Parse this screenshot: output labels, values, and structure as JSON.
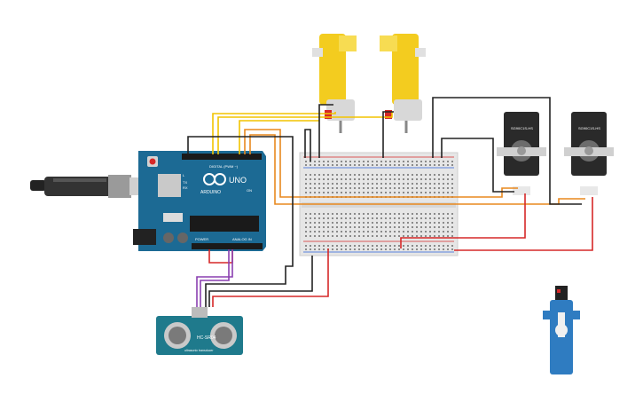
{
  "arduino": {
    "brand": "ARDUINO",
    "model": "UNO",
    "digital_label": "DIGITAL (PWM ~)",
    "power_label": "POWER",
    "analog_label": "ANALOG IN",
    "on_label": "ON",
    "tx_label": "TX",
    "rx_label": "RX",
    "l_label": "L"
  },
  "ultrasonic": {
    "model": "HC-SR04",
    "subtitle": "ultrasonic transducer"
  },
  "servo_1": {
    "model": "SG90C1S-HS"
  },
  "servo_2": {
    "model": "SG90C1S-HS"
  },
  "wire_colors": {
    "yellow": "#f2c400",
    "orange": "#e8881f",
    "red": "#d62828",
    "black": "#222222",
    "purple": "#8a3fb0"
  },
  "components": {
    "usb_cable": "usb-cable",
    "motor_1": "yellow-dc-motor",
    "motor_2": "yellow-dc-motor",
    "micro_servo": "blue-micro-servo"
  }
}
